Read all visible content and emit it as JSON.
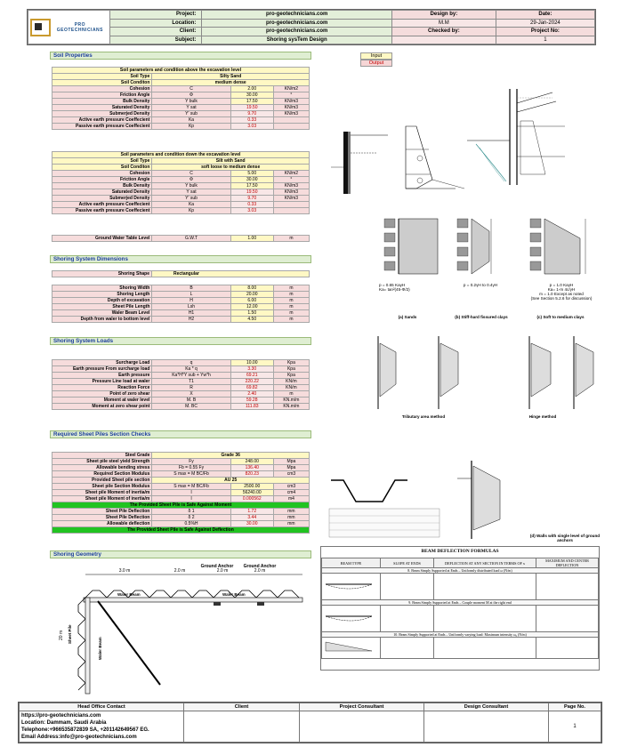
{
  "header": {
    "logo_text": "PRO GEOTECHNICIANS",
    "rows": [
      {
        "label": "Project:",
        "value": "pro-geotechnicians.com",
        "rlabel": "Design by:",
        "rvalue": "Date:"
      },
      {
        "label": "Location:",
        "value": "pro-geotechnicians.com",
        "rlabel": "M.M",
        "rvalue": "29-Jan-2024"
      },
      {
        "label": "Client:",
        "value": "pro-geotechnicians.com",
        "rlabel": "Checked by:",
        "rvalue": "Project No:"
      },
      {
        "label": "Subject:",
        "value": "Shoring sysTem Design",
        "rlabel": "",
        "rvalue": "1"
      }
    ]
  },
  "legend": {
    "input": "Input",
    "output": "Output"
  },
  "sections": {
    "soil": "Soil Properties",
    "shoring_dims": "Shoring System Dimensions",
    "shoring_loads": "Shoring System Loads",
    "sheet_piles": "Required Sheet Piles Section Checks",
    "geometry": "Shoring Geometry"
  },
  "soil_above": {
    "title": "Soil parameters and condition above the excavation level",
    "type_label": "Soil Type",
    "type_value": "Silty Sand",
    "cond_label": "Soil Conditon",
    "cond_value": "medium dense",
    "rows": [
      {
        "label": "Cohesion",
        "sym": "C",
        "val": "2.00",
        "unit": "KN/m2",
        "kind": "in"
      },
      {
        "label": "Friction Angle",
        "sym": "Φ",
        "val": "30.00",
        "unit": "°",
        "kind": "in"
      },
      {
        "label": "Bulk Density",
        "sym": "Y bulk",
        "val": "17.50",
        "unit": "KN/m3",
        "kind": "in"
      },
      {
        "label": "Saturated Density",
        "sym": "Y sat",
        "val": "19.50",
        "unit": "KN/m3",
        "kind": "out"
      },
      {
        "label": "Submerjed Density",
        "sym": "Y' sub",
        "val": "9.70",
        "unit": "KN/m3",
        "kind": "out"
      },
      {
        "label": "Active earth pressure Coeffecient",
        "sym": "Ka",
        "val": "0.33",
        "unit": "",
        "kind": "out"
      },
      {
        "label": "Passive earth pressure Coeffecient",
        "sym": "Kp",
        "val": "3.03",
        "unit": "",
        "kind": "out"
      }
    ]
  },
  "soil_below": {
    "title": "Soil parameters and condition down the excavation level",
    "type_label": "Soil Type",
    "type_value": "Silt with Sand",
    "cond_label": "Soil Conditon",
    "cond_value": "soft loose to medium dense",
    "rows": [
      {
        "label": "Cohesion",
        "sym": "C",
        "val": "5.00",
        "unit": "KN/m2",
        "kind": "in"
      },
      {
        "label": "Friction Angle",
        "sym": "Φ",
        "val": "30.00",
        "unit": "°",
        "kind": "in"
      },
      {
        "label": "Bulk Density",
        "sym": "Y bulk",
        "val": "17.50",
        "unit": "KN/m3",
        "kind": "in"
      },
      {
        "label": "Saturated Density",
        "sym": "Y sat",
        "val": "19.50",
        "unit": "KN/m3",
        "kind": "out"
      },
      {
        "label": "Submerjed Density",
        "sym": "Y' sub",
        "val": "9.70",
        "unit": "KN/m3",
        "kind": "out"
      },
      {
        "label": "Active earth pressure Coeffecient",
        "sym": "Ka",
        "val": "0.33",
        "unit": "",
        "kind": "out"
      },
      {
        "label": "Passive earth pressure Coeffecient",
        "sym": "Kp",
        "val": "3.03",
        "unit": "",
        "kind": "out"
      }
    ]
  },
  "gwt": {
    "label": "Ground Water Table Level",
    "sym": "G.W.T",
    "val": "1.00",
    "unit": "m"
  },
  "dims": {
    "shape_label": "Shoring Shape",
    "shape_value": "Rectangular",
    "rows": [
      {
        "label": "Shoring Width",
        "sym": "B",
        "val": "8.00",
        "unit": "m"
      },
      {
        "label": "Shoring Length",
        "sym": "L",
        "val": "20.00",
        "unit": "m"
      },
      {
        "label": "Depth of excavation",
        "sym": "H",
        "val": "6.00",
        "unit": "m"
      },
      {
        "label": "Sheet Pile Length",
        "sym": "Lsh",
        "val": "12.00",
        "unit": "m"
      },
      {
        "label": "Waler Beam Level",
        "sym": "H1",
        "val": "1.50",
        "unit": "m"
      },
      {
        "label": "Depth from waler to bottom level",
        "sym": "H2",
        "val": "4.50",
        "unit": "m"
      }
    ]
  },
  "loads": {
    "rows": [
      {
        "label": "Surcharge Load",
        "sym": "q",
        "val": "10.00",
        "unit": "Kpa",
        "kind": "in"
      },
      {
        "label": "Earth pressure From surcharge load",
        "sym": "Ka * q",
        "val": "3.30",
        "unit": "Kpa",
        "kind": "out"
      },
      {
        "label": "Earth pressure",
        "sym": "Ka*H*Y sub + Yw*h",
        "val": "69.21",
        "unit": "Kpa",
        "kind": "out"
      },
      {
        "label": "Pressure Line load at waler",
        "sym": "T1",
        "val": "220.22",
        "unit": "KN/m",
        "kind": "out"
      },
      {
        "label": "Reaction Force",
        "sym": "R",
        "val": "69.82",
        "unit": "KN/m",
        "kind": "out"
      },
      {
        "label": "Point of zero shear",
        "sym": "X",
        "val": "2.40",
        "unit": "m",
        "kind": "out"
      },
      {
        "label": "Moment at waler level",
        "sym": "M. B",
        "val": "59.28",
        "unit": "KN.m/m",
        "kind": "out"
      },
      {
        "label": "Moment at zero shear point",
        "sym": "M. BC",
        "val": "111.83",
        "unit": "KN.m/m",
        "kind": "out"
      }
    ]
  },
  "sheet": {
    "grade_label": "Steel Grade",
    "grade_value": "Grade 36",
    "rows1": [
      {
        "label": "Sheet pile steel yield Strength",
        "sym": "Fy",
        "val": "248.00",
        "unit": "Mpa",
        "kind": "in"
      },
      {
        "label": "Allowable bending stress",
        "sym": "Fb = 0.55 Fy",
        "val": "136.40",
        "unit": "Mpa",
        "kind": "out"
      },
      {
        "label": "Required Section Modulus",
        "sym": "S max = M BC/Fb",
        "val": "820.23",
        "unit": "cm3",
        "kind": "out"
      }
    ],
    "provided_label": "Provided Sheet pile section",
    "provided_value": "AU 25",
    "rows2": [
      {
        "label": "Sheet pile Section Modulus",
        "sym": "S max = M BC/Fb",
        "val": "2500.00",
        "unit": "cm3",
        "kind": "in"
      },
      {
        "label": "Sheet pile Moment of inertia/m",
        "sym": "I",
        "val": "56240.00",
        "unit": "cm4",
        "kind": "in"
      },
      {
        "label": "Sheet pile Moment of inertia/m",
        "sym": "I",
        "val": "0.000562",
        "unit": "m4",
        "kind": "out"
      }
    ],
    "moment_ok": "The Provided Sheet Pile is Safe Against Moment",
    "rows3": [
      {
        "label": "Sheet Pile Deflection",
        "sym": "δ 1",
        "val": "1.72",
        "unit": "mm",
        "kind": "out"
      },
      {
        "label": "Sheet Pile Deflection",
        "sym": "δ 2",
        "val": "3.44",
        "unit": "mm",
        "kind": "out"
      },
      {
        "label": "Allowable deflection",
        "sym": "0.5%H",
        "val": "30.00",
        "unit": "mm",
        "kind": "out"
      }
    ],
    "deflection_ok": "The Provided Sheet Pile is Safe Against Deflection"
  },
  "figures": {
    "pressure_captions": [
      "(a) Sands",
      "(b) Stiff-hard fissured clays",
      "(c) Soft to medium clays"
    ],
    "pa_sands": "p = 0.65 KaγH",
    "ka_sands": "Ka= tan²(45-Φ/2)",
    "pa_stiff": "p = 0.2γH to 0.4γH",
    "pa_soft": "p = 1.0 KaγH",
    "ka_soft": "Ka= 1-m 4c/γH",
    "m_note": "m = 1.0 Except as noted",
    "m_note2": "(See Section 5.2.6 for discussion)",
    "tributary": "Tributary area method",
    "hinge": "Hinge method",
    "walls_caption": "(d) Walls with single level of ground anchors"
  },
  "geometry": {
    "dim_labels": [
      "3.0 m",
      "2.0 m",
      "2.0 m",
      "2.0 m"
    ],
    "ground_anchor": "Ground Anchor",
    "waler_beam": "Waler Beam",
    "sheet_pile": "Sheet Pile",
    "length": "20 m"
  },
  "beam": {
    "title": "BEAM DEFLECTION FORMULAS",
    "cols": [
      "BEAM TYPE",
      "SLOPE AT ENDS",
      "DEFLECTION AT ANY SECTION IN TERMS OF x",
      "MAXIMUM AND CENTER DEFLECTION"
    ],
    "cases": [
      "8. Beam Simply Supported at Ends – Uniformly distributed load ω (N/m)",
      "9. Beam Simply Supported at Ends – Couple moment M at the right end",
      "10. Beam Simply Supported at Ends – Uniformly varying load: Maximum intensity ω₀ (N/m)"
    ]
  },
  "footer": {
    "cols": [
      "Head Office Contact",
      "Client",
      "Project Consultant",
      "Design Consultant",
      "Page No."
    ],
    "contact": [
      "https://pro-geotechnicians.com",
      "Location: Dammam, Saudi Arabia",
      "Telephone:+966535872839 SA, +201142649567 EG.",
      "Email Address:info@pro-geotechnicians.com"
    ],
    "page": "1"
  }
}
